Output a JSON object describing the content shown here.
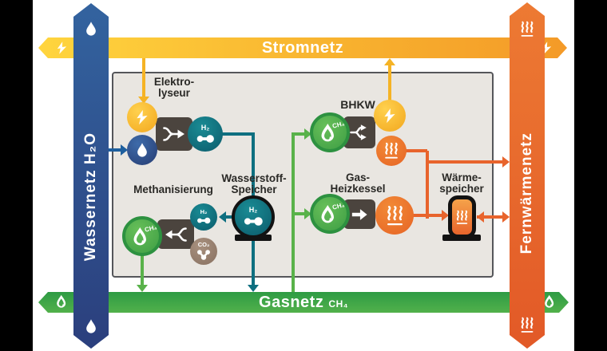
{
  "networks": {
    "strom": {
      "label": "Stromnetz",
      "icon": "bolt-icon",
      "color_left": "#FFD53E",
      "color_right": "#F49A28"
    },
    "gas": {
      "label": "Gasnetz",
      "molecule": "CH₄",
      "icon": "flame-icon",
      "color_top": "#2E9B44",
      "color_bottom": "#52B14B"
    },
    "wasser": {
      "label": "Wassernetz",
      "molecule": "H₂O",
      "icon": "water-drop-icon",
      "color_top": "#33639F",
      "color_bottom": "#2B3F7D"
    },
    "fernwaerme": {
      "label": "Fernwärmenetz",
      "icon": "heat-waves-icon",
      "color_top": "#ED7A33",
      "color_bottom": "#E25927"
    }
  },
  "components": {
    "elektrolyseur": {
      "line1": "Elektro-",
      "line2": "lyseur"
    },
    "methanisierung": {
      "label": "Methanisierung"
    },
    "wasserstoff_speicher": {
      "line1": "Wasserstoff-",
      "line2": "Speicher"
    },
    "bhkw": {
      "label": "BHKW"
    },
    "gas_heizkessel": {
      "line1": "Gas-",
      "line2": "Heizkessel"
    },
    "waerme_speicher": {
      "line1": "Wärme-",
      "line2": "speicher"
    }
  },
  "molecules": {
    "h2": "H₂",
    "co2": "CO₂",
    "ch4": "CH₄"
  },
  "colors": {
    "electricity_line": "#F5B325",
    "water_line": "#1E5F9E",
    "hydrogen_line": "#0E6F80",
    "gas_line": "#59B24A",
    "heat_line": "#E8642C",
    "process_box": "#4B443E",
    "frame_bg": "#E9E6E1"
  }
}
